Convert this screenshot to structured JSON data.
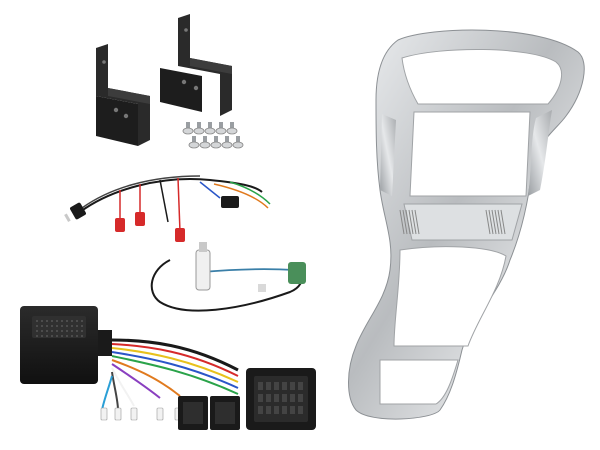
{
  "image": {
    "kind": "product-photo",
    "items": [
      {
        "name": "mounting-brackets",
        "count": 2
      },
      {
        "name": "mounting-screws",
        "count": 10
      },
      {
        "name": "steering-control-lead"
      },
      {
        "name": "antenna-adapter"
      },
      {
        "name": "steering-control-interface-box"
      },
      {
        "name": "iso-wiring-harness"
      },
      {
        "name": "vehicle-connector"
      },
      {
        "name": "double-din-fascia-panel",
        "finish": "silver"
      }
    ]
  },
  "colors": {
    "background": "#ffffff",
    "black_part": "#1a1a1a",
    "bracket": "#2a2a2a",
    "silver_light": "#e2e4e6",
    "silver_mid": "#b5b8bb",
    "silver_dark": "#7a7e82",
    "wire_red": "#d62a2a",
    "wire_yellow": "#e8c11c",
    "wire_blue": "#2a56c8",
    "wire_green": "#2aa34a",
    "wire_orange": "#e07a1e",
    "wire_white": "#f2f2f2",
    "antenna_blue": "#3a7fa8",
    "antenna_green": "#4a8f5a"
  }
}
